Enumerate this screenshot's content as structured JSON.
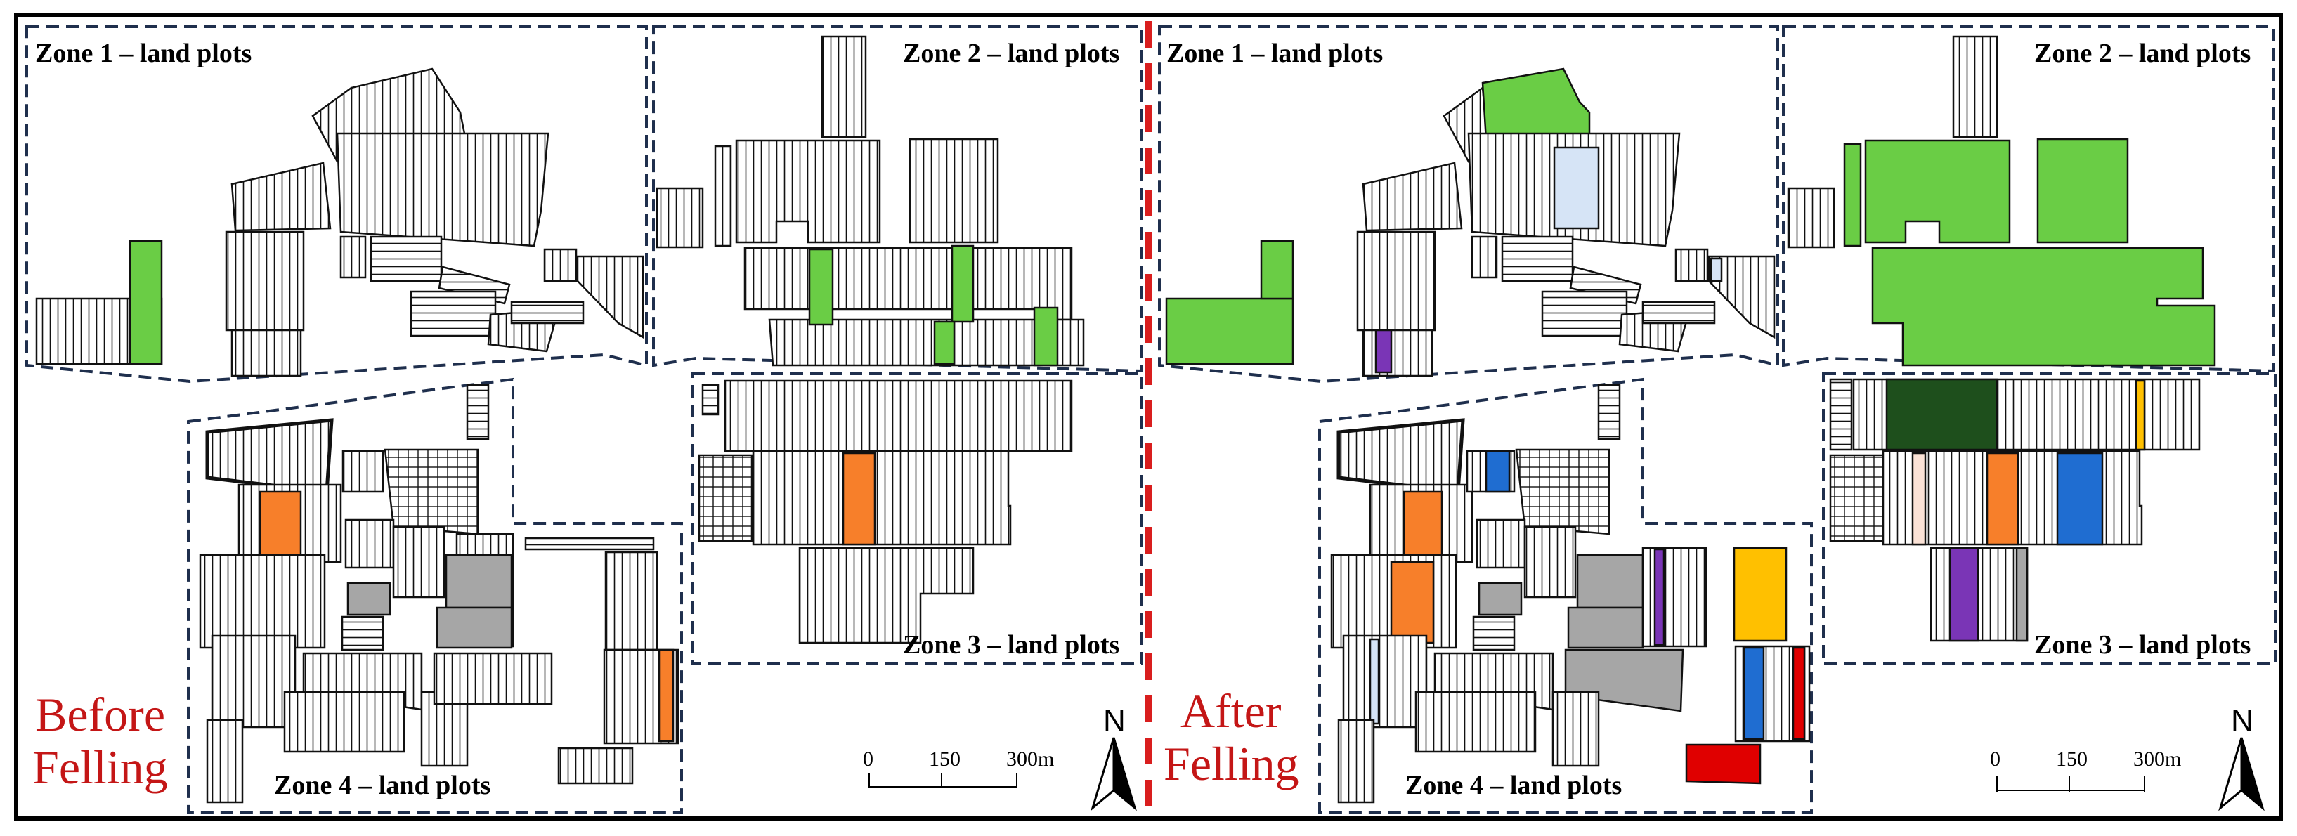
{
  "left_panel": {
    "title": "Before Felling",
    "title_lines": [
      "Before",
      "Felling"
    ],
    "zone_labels": [
      "Zone 1 – land plots",
      "Zone 2 – land plots",
      "Zone 3 – land plots",
      "Zone 4 – land plots"
    ]
  },
  "right_panel": {
    "title": "After Felling",
    "title_lines": [
      "After",
      "Felling"
    ],
    "zone_labels": [
      "Zone 1 – land plots",
      "Zone 2 – land plots",
      "Zone 3 – land plots",
      "Zone 4 – land plots"
    ]
  },
  "scale_bar": {
    "ticks": [
      "0",
      "150",
      "300m"
    ]
  },
  "north_arrow": {
    "label": "N",
    "icon": "north-arrow-icon"
  },
  "colors": {
    "green": "#6acd45",
    "dark_green": "#1e4f1c",
    "orange": "#f77f2a",
    "blue": "#1f6dd1",
    "light_blue": "#d6e4f6",
    "purple": "#7a35b6",
    "yellow": "#ffc000",
    "red": "#e00000",
    "gray": "#a6a6a6",
    "salmon": "#fbe2d6",
    "title_red": "#c41616",
    "zone_border": "#1f2f4d"
  }
}
